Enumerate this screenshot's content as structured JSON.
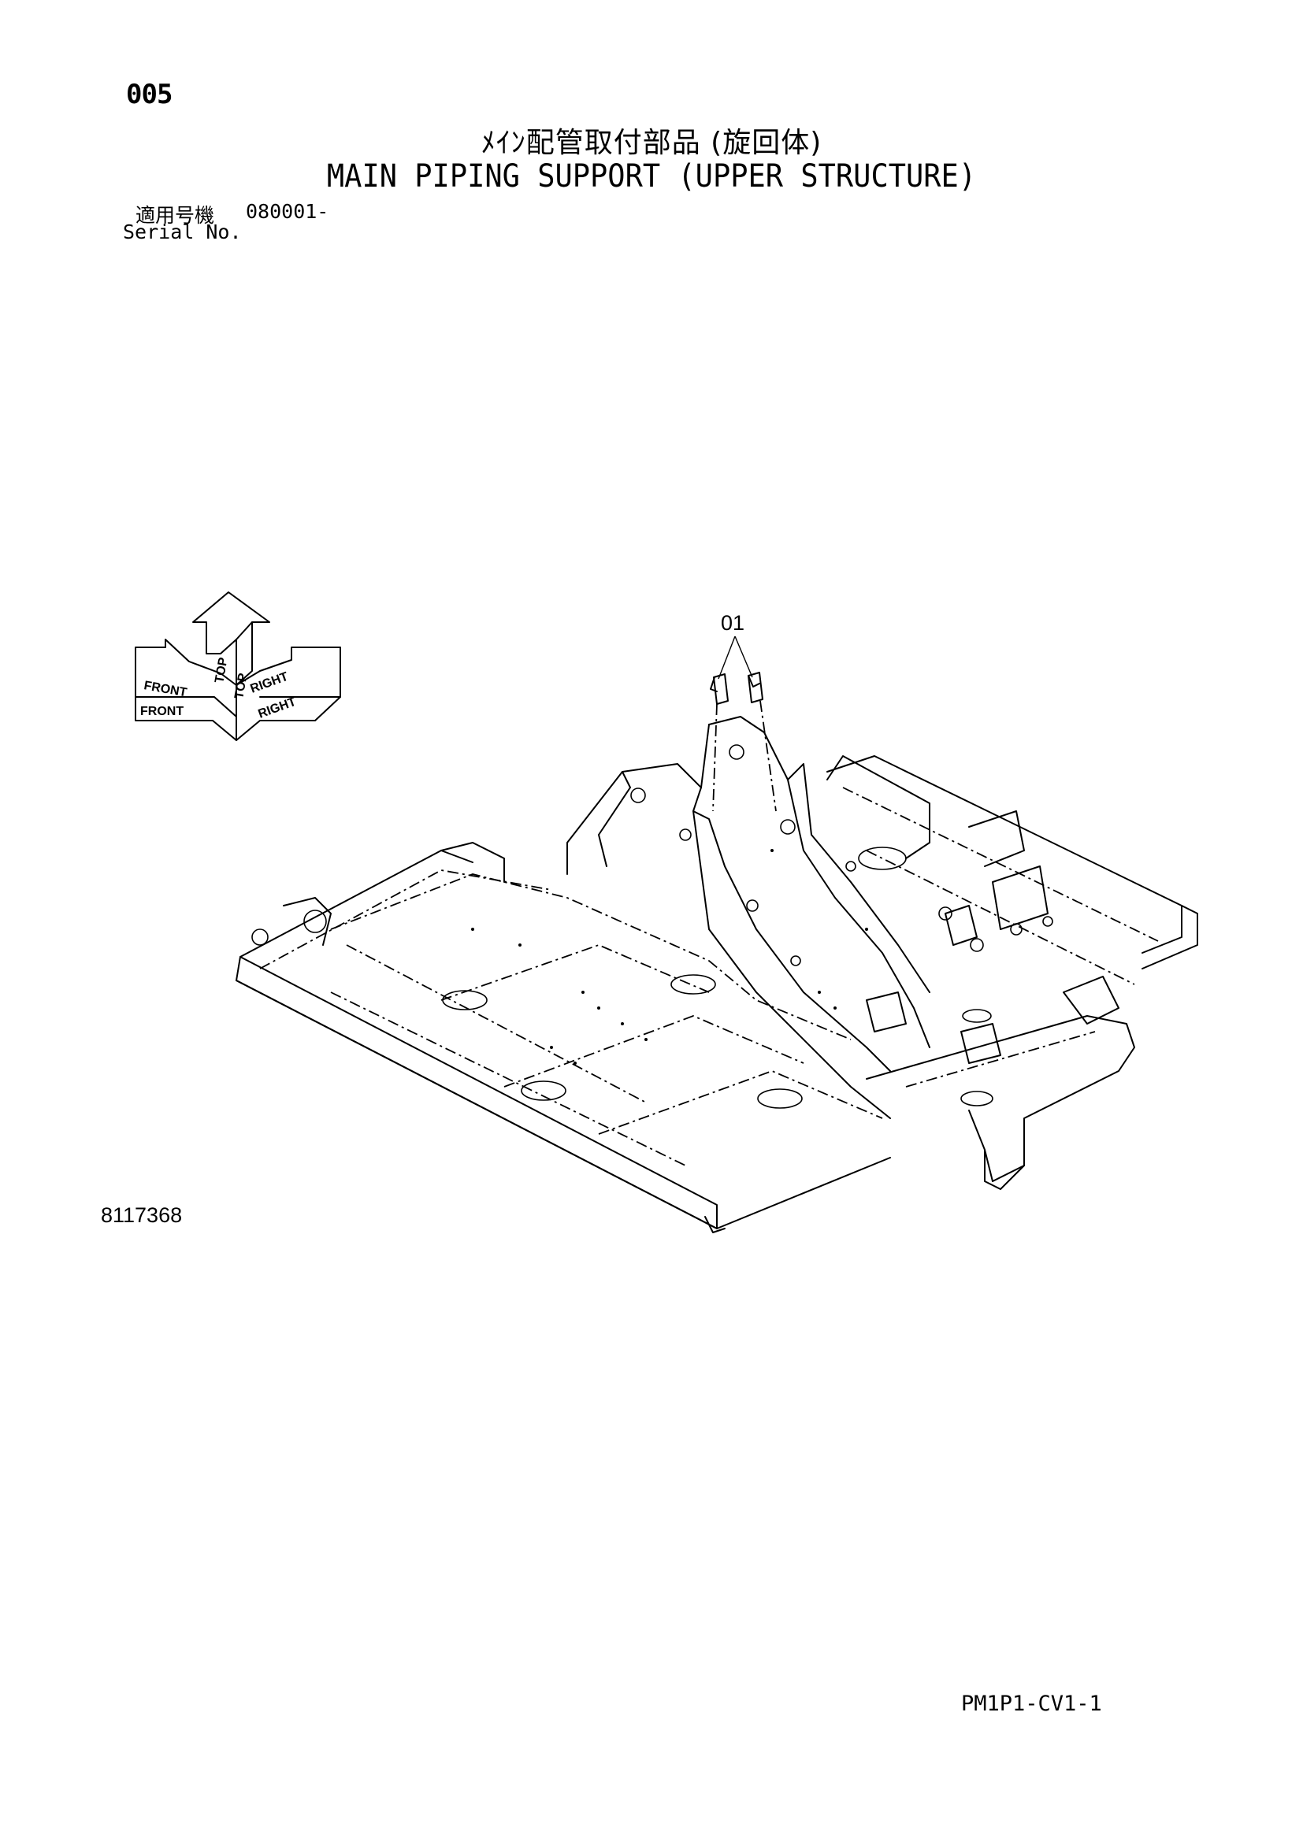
{
  "header": {
    "page_number": "005",
    "title_japanese": "ﾒｲﾝ配管取付部品 (旋回体)",
    "title_english": "MAIN PIPING SUPPORT (UPPER STRUCTURE)",
    "serial_label_japanese": "適用号機",
    "serial_value": "080001-",
    "serial_label_english": "Serial No."
  },
  "orientation_arrows": {
    "top": "TOP",
    "front": "FRONT",
    "right": "RIGHT"
  },
  "callouts": [
    {
      "label": "01"
    }
  ],
  "drawing_number": "8117368",
  "page_code": "PM1P1-CV1-1"
}
